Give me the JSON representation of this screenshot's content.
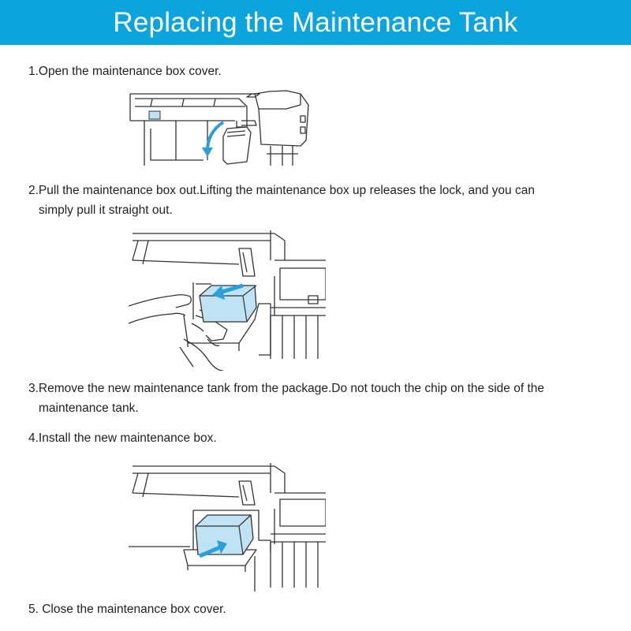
{
  "header": {
    "title": "Replacing the Maintenance Tank"
  },
  "steps": [
    {
      "line1": "1.Open the maintenance box cover.",
      "line2": ""
    },
    {
      "line1": "2.Pull the maintenance box out.Lifting the maintenance box up releases the lock, and you can",
      "line2": "simply pull it straight out."
    },
    {
      "line1": "3.Remove the new maintenance tank from the package.Do not touch the chip on the side of the",
      "line2": "maintenance tank."
    },
    {
      "line1": "4.Install the new maintenance box.",
      "line2": ""
    },
    {
      "line1": "5. Close the maintenance box cover.",
      "line2": ""
    }
  ],
  "colors": {
    "banner": "#0ca4dc",
    "accent": "#2a9fd8",
    "tank_fill": "#bfe3f5"
  },
  "illustrations": [
    {
      "depicts": "printer-cover-open-icon"
    },
    {
      "depicts": "hands-pull-tank-icon"
    },
    {
      "depicts": "install-tank-icon"
    }
  ]
}
